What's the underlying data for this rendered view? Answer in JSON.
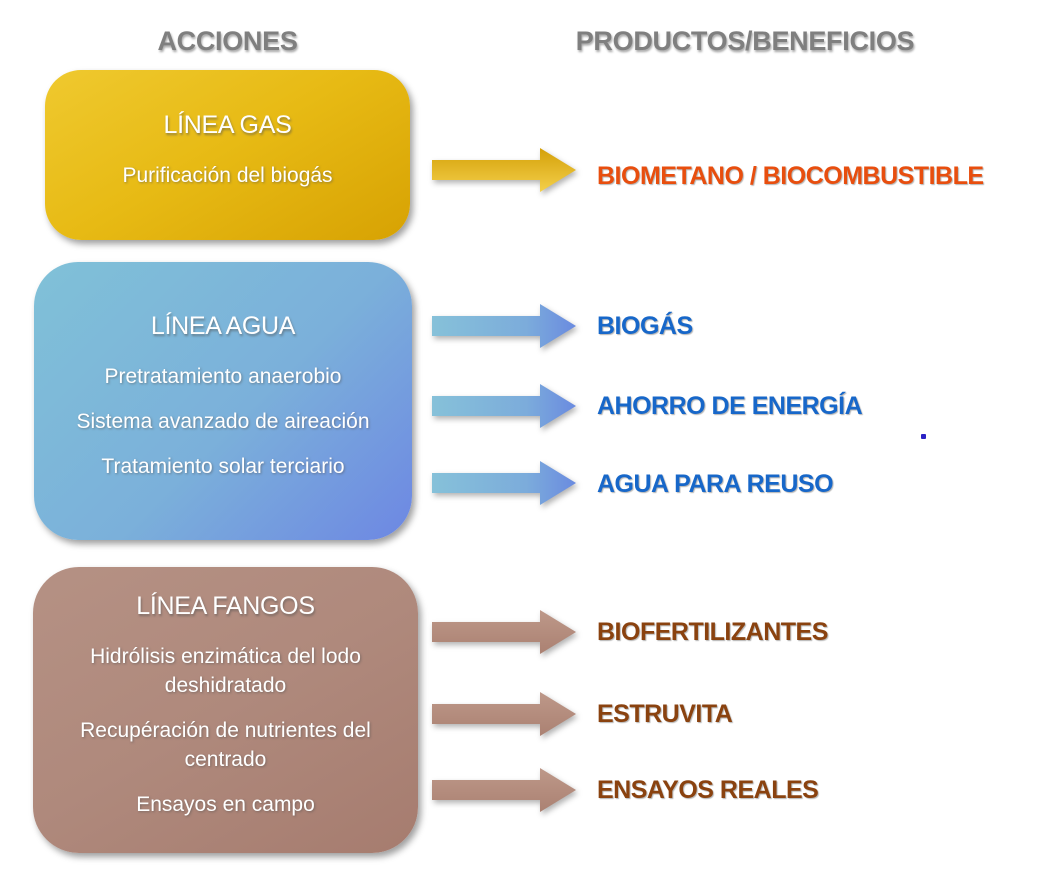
{
  "headers": {
    "left": "ACCIONES",
    "right": "PRODUCTOS/BENEFICIOS"
  },
  "boxes": [
    {
      "id": "linea-gas",
      "title": "LÍNEA GAS",
      "items": [
        "Purificación del biogás"
      ]
    },
    {
      "id": "linea-agua",
      "title": "LÍNEA AGUA",
      "items": [
        "Pretratamiento anaerobio",
        "Sistema avanzado de aireación",
        "Tratamiento solar terciario"
      ]
    },
    {
      "id": "linea-fangos",
      "title": "LÍNEA FANGOS",
      "items": [
        "Hidrólisis enzimática del lodo deshidratado",
        "Recupéración de nutrientes del centrado",
        "Ensayos en campo"
      ]
    }
  ],
  "outputs": [
    {
      "group": "linea-gas",
      "label": "BIOMETANO / BIOCOMBUSTIBLE"
    },
    {
      "group": "linea-agua",
      "label": "BIOGÁS"
    },
    {
      "group": "linea-agua",
      "label": "AHORRO DE ENERGÍA"
    },
    {
      "group": "linea-agua",
      "label": "AGUA PARA REUSO"
    },
    {
      "group": "linea-fangos",
      "label": "BIOFERTILIZANTES"
    },
    {
      "group": "linea-fangos",
      "label": "ESTRUVITA"
    },
    {
      "group": "linea-fangos",
      "label": "ENSAYOS REALES"
    }
  ],
  "colors": {
    "header_text": "#7f7f7f",
    "box_text": "#ffffff",
    "gas_box_top": "#efc92f",
    "gas_box_bottom": "#d7a203",
    "agua_box_top": "#80c1d8",
    "agua_box_bottom": "#6d87e3",
    "fangos_box_top": "#b59184",
    "fangos_box_bottom": "#a67c6f",
    "gas_label": "#e84e0e",
    "agua_label": "#1767c9",
    "fangos_label": "#8a420f"
  }
}
